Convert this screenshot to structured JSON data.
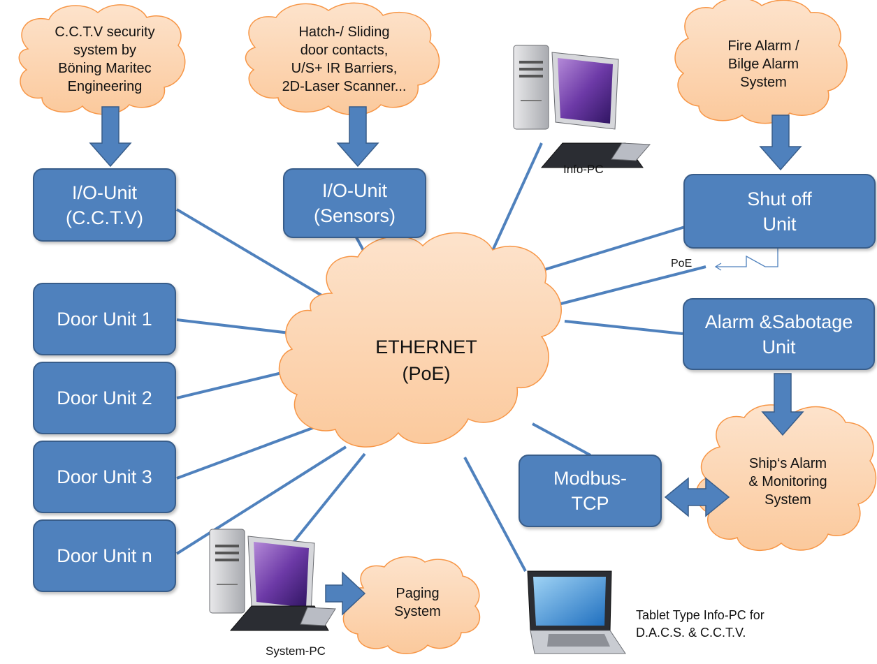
{
  "colors": {
    "box_fill": "#4f81bd",
    "box_border": "#385d8a",
    "cloud_fill": "#fcd5b5",
    "cloud_border": "#f79646",
    "line": "#4f81bd"
  },
  "clouds": {
    "cctv_source": "C.C.T.V security\nsystem by\nBöning Maritec\nEngineering",
    "sensors_source": "Hatch-/ Sliding\ndoor contacts,\nU/S+ IR Barriers,\n2D-Laser Scanner...",
    "fire_alarm": "Fire Alarm /\nBilge Alarm\nSystem",
    "ethernet": "ETHERNET\n(PoE)",
    "ship_alarm": "Ship‘s Alarm\n& Monitoring\nSystem",
    "paging": "Paging\nSystem"
  },
  "units": {
    "io_cctv": "I/O-Unit\n(C.C.T.V)",
    "io_sensors": "I/O-Unit\n(Sensors)",
    "shut_off": "Shut off\nUnit",
    "alarm_sabotage": "Alarm &Sabotage\nUnit",
    "modbus": "Modbus-\nTCP",
    "door_1": "Door Unit 1",
    "door_2": "Door Unit 2",
    "door_3": "Door Unit 3",
    "door_n": "Door Unit n"
  },
  "devices": {
    "info_pc": "Info-PC",
    "system_pc": "System-PC",
    "tablet": "Tablet Type Info-PC for\nD.A.C.S. & C.C.T.V.",
    "poe": "PoE"
  },
  "icons": {
    "info_pc": "desktop-computer-icon",
    "system_pc": "desktop-computer-icon",
    "tablet": "laptop-icon"
  }
}
